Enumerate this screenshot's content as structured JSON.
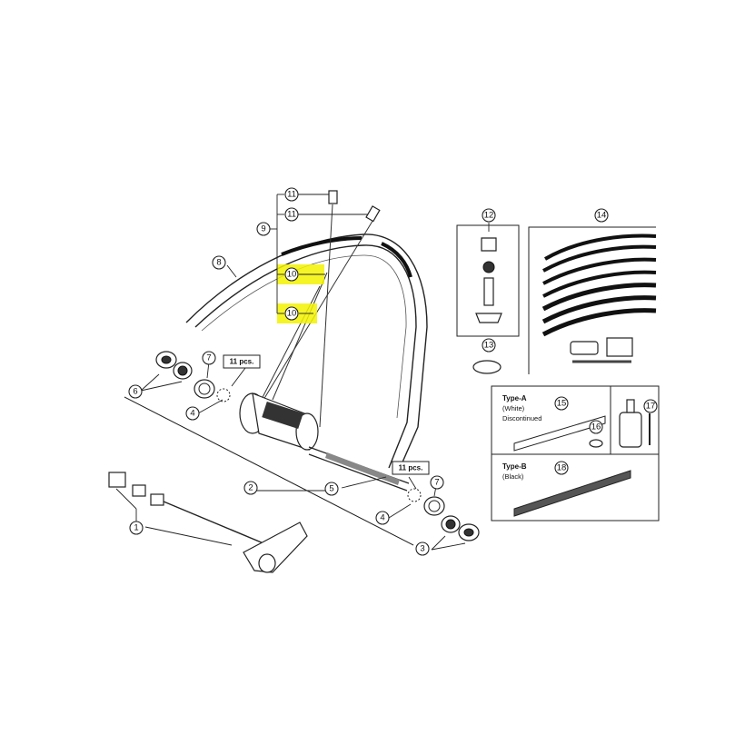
{
  "callouts": {
    "c1": "1",
    "c2": "2",
    "c3": "3",
    "c4a": "4",
    "c4b": "4",
    "c5": "5",
    "c6": "6",
    "c7a": "7",
    "c7b": "7",
    "c8": "8",
    "c9": "9",
    "c10a": "10",
    "c10b": "10",
    "c11a": "11",
    "c11b": "11",
    "c12": "12",
    "c13": "13",
    "c14": "14",
    "c15": "15",
    "c16": "16",
    "c17": "17",
    "c18": "18"
  },
  "quantity_labels": {
    "left": "11 pcs.",
    "right": "11 pcs."
  },
  "tape_box": {
    "type_a_title": "Type-A",
    "type_a_color": "(White)",
    "type_a_note": "Discontinued",
    "type_b_title": "Type-B",
    "type_b_color": "(Black)"
  },
  "highlight_color": "#f3f200"
}
